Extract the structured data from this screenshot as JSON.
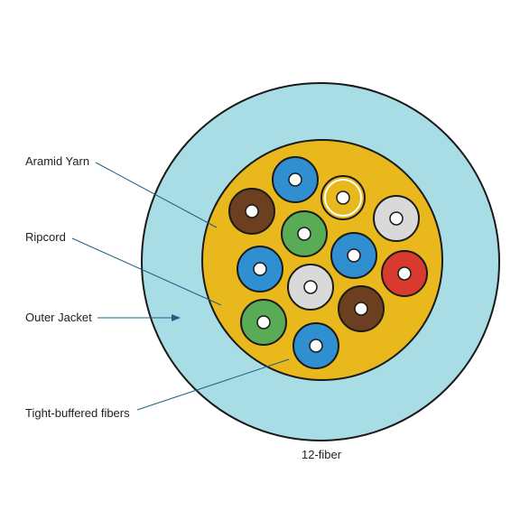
{
  "labels": {
    "aramid_yarn": "Aramid Yarn",
    "ripcord": "Ripcord",
    "outer_jacket": "Outer Jacket",
    "tight_buffered_fibers": "Tight-buffered fibers",
    "caption": "12-fiber"
  },
  "colors": {
    "outer_jacket": "#a9dde6",
    "aramid_yarn": "#e8b81c",
    "outline": "#1a1a1a",
    "leader_line": "#1f5f84",
    "fiber_core": "#ffffff"
  },
  "fibers": [
    {
      "name": "blue",
      "color": "#2f8fd0"
    },
    {
      "name": "yellow",
      "color": "#e8b81c"
    },
    {
      "name": "brown",
      "color": "#6b3f1f"
    },
    {
      "name": "green",
      "color": "#5aab55"
    },
    {
      "name": "slate",
      "color": "#d9d9d9"
    },
    {
      "name": "blue",
      "color": "#2f8fd0"
    },
    {
      "name": "blue",
      "color": "#2f8fd0"
    },
    {
      "name": "red",
      "color": "#d93a2f"
    },
    {
      "name": "white",
      "color": "#d9d9d9"
    },
    {
      "name": "brown",
      "color": "#6b3f1f"
    },
    {
      "name": "green",
      "color": "#5aab55"
    },
    {
      "name": "blue",
      "color": "#2f8fd0"
    }
  ]
}
